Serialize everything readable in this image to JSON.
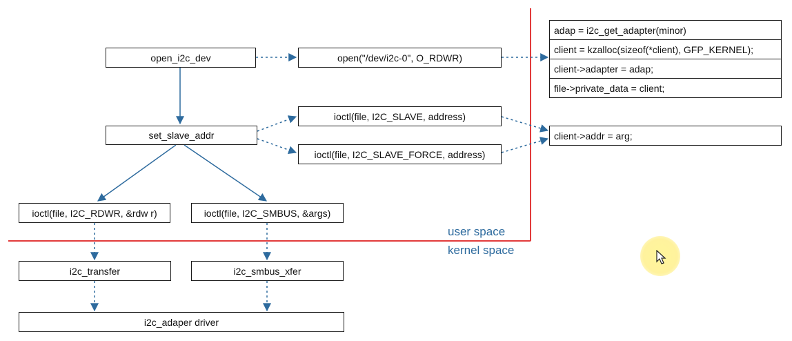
{
  "boxes": {
    "open_i2c_dev": "open_i2c_dev",
    "open_call": "open(\"/dev/i2c-0\", O_RDWR)",
    "set_slave_addr": "set_slave_addr",
    "ioctl_slave": "ioctl(file, I2C_SLAVE, address)",
    "ioctl_slave_force": "ioctl(file, I2C_SLAVE_FORCE, address)",
    "ioctl_rdwr": "ioctl(file, I2C_RDWR, &rdw r)",
    "ioctl_smbus": "ioctl(file, I2C_SMBUS, &args)",
    "i2c_transfer": "i2c_transfer",
    "i2c_smbus_xfer": "i2c_smbus_xfer",
    "adapter_driver": "i2c_adaper driver",
    "client_addr": "client->addr = arg;"
  },
  "open_details": [
    "adap = i2c_get_adapter(minor)",
    "client = kzalloc(sizeof(*client), GFP_KERNEL);",
    "client->adapter = adap;",
    "file->private_data = client;"
  ],
  "regions": {
    "user_space": "user space",
    "kernel_space": "kernel space"
  },
  "colors": {
    "boundary": "#e23b3b",
    "arrow": "#2e6b9e",
    "region_text": "#2e6b9e"
  }
}
